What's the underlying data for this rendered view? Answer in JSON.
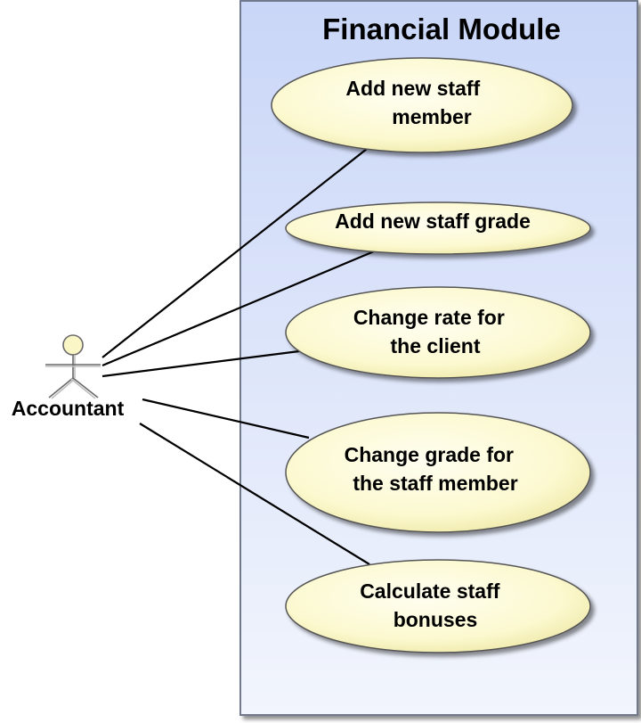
{
  "system": {
    "title": "Financial Module"
  },
  "actor": {
    "name": "Accountant"
  },
  "use_cases": [
    {
      "lines": [
        "Add new staff",
        "member"
      ]
    },
    {
      "lines": [
        "Add new staff grade"
      ]
    },
    {
      "lines": [
        "Change rate for",
        "the client"
      ]
    },
    {
      "lines": [
        "Change grade for",
        "the staff member"
      ]
    },
    {
      "lines": [
        "Calculate staff",
        "bonuses"
      ]
    }
  ],
  "colors": {
    "boundary_fill_top": "#c9d6f7",
    "boundary_fill_bottom": "#f2f5fd",
    "boundary_stroke": "#6f7a8c",
    "usecase_fill_center": "#fffde6",
    "usecase_fill_edge": "#f3efb4",
    "usecase_stroke": "#555555",
    "actor_head_fill": "#fbf6c6",
    "line_color": "#000000"
  }
}
